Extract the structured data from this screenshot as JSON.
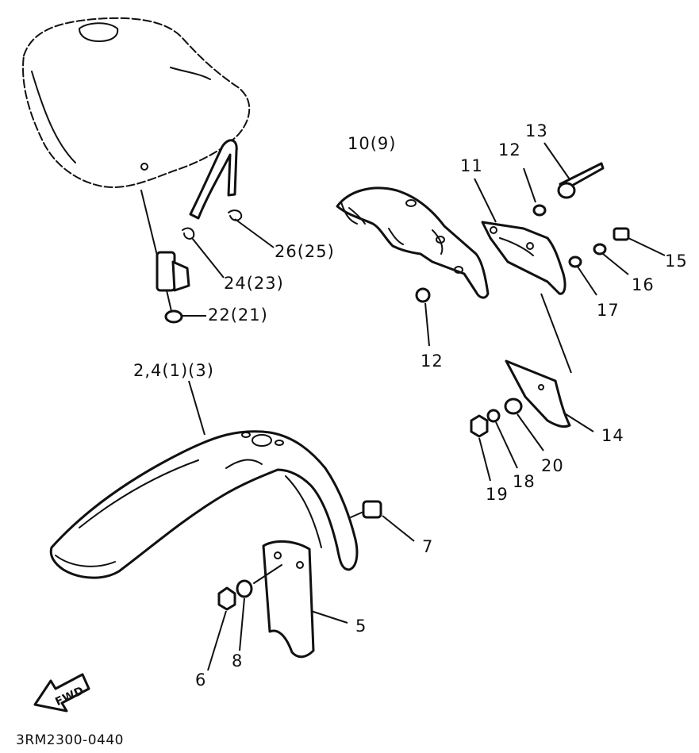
{
  "labels": {
    "p10_9": "10(9)",
    "p11": "11",
    "p12_top": "12",
    "p13": "13",
    "p15": "15",
    "p16": "16",
    "p17": "17",
    "p12_bottom": "12",
    "p26_25": "26(25)",
    "p24_23": "24(23)",
    "p22_21": "22(21)",
    "p2_4_1_3": "2,4(1)(3)",
    "p14": "14",
    "p20": "20",
    "p18": "18",
    "p19": "19",
    "p7": "7",
    "p5": "5",
    "p8": "8",
    "p6": "6"
  },
  "fwd_arrow": {
    "text": "FWD"
  },
  "drawing_code": "3RM2300-0440",
  "colors": {
    "ink": "#111111",
    "paper": "#ffffff"
  }
}
